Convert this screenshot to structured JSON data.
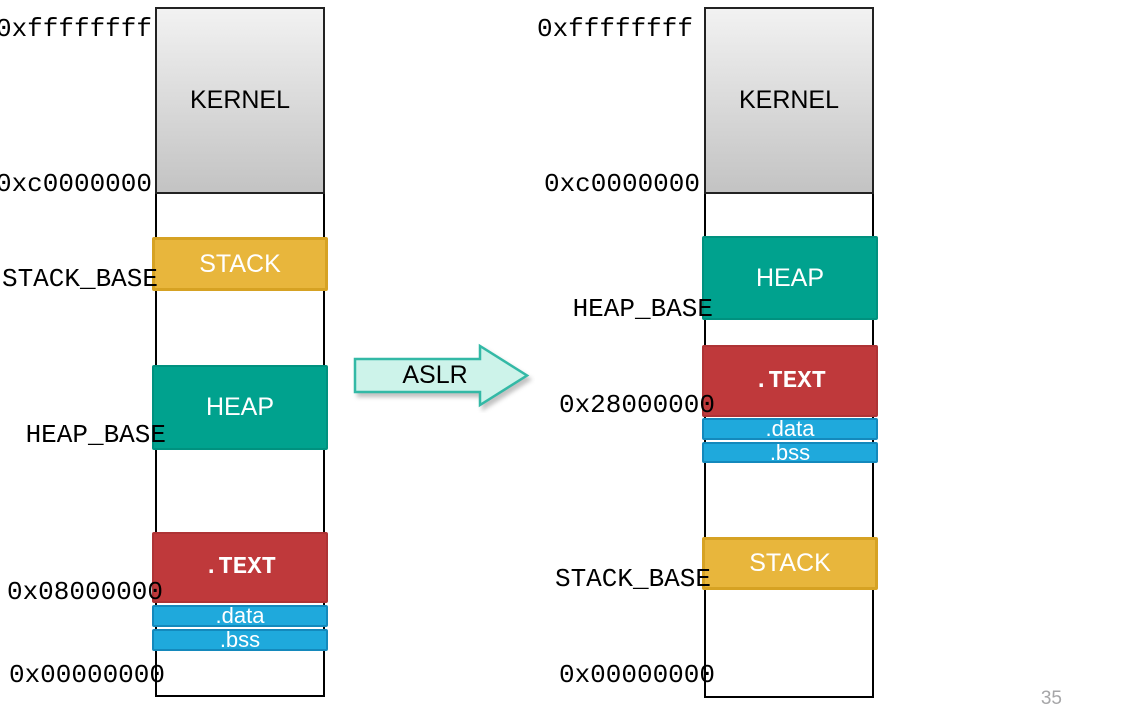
{
  "slide": {
    "page_number": "35"
  },
  "aslr_arrow": {
    "label": "ASLR"
  },
  "left_map": {
    "kernel": "KERNEL",
    "stack": "STACK",
    "heap": "HEAP",
    "text": ".TEXT",
    "data": ".data",
    "bss": ".bss",
    "addr_top": "0xffffffff",
    "addr_kernel_base": "0xc0000000",
    "stack_base_label": "STACK_BASE",
    "heap_base_label": "HEAP_BASE",
    "addr_text_base": "0x08000000",
    "addr_bottom": "0x00000000"
  },
  "right_map": {
    "kernel": "KERNEL",
    "heap": "HEAP",
    "text": ".TEXT",
    "data": ".data",
    "bss": ".bss",
    "stack": "STACK",
    "addr_top": "0xffffffff",
    "addr_kernel_base": "0xc0000000",
    "heap_base_label": "HEAP_BASE",
    "addr_text_base": "0x28000000",
    "stack_base_label": "STACK_BASE",
    "addr_bottom": "0x00000000"
  },
  "colors": {
    "stack": "#E8B63C",
    "stack_border": "#D6A223",
    "heap": "#00A28E",
    "heap_border": "#00917F",
    "text_seg": "#BF393B",
    "text_seg_border": "#AE3335",
    "data_bss": "#1FA9DC",
    "data_bss_border": "#1489BC",
    "arrow_fill": "#CDF3EA",
    "arrow_border": "#33B9A6",
    "kernel_top": "#F2F2F2",
    "kernel_bottom": "#C3C3C3",
    "page_num": "#A6A6A8"
  }
}
